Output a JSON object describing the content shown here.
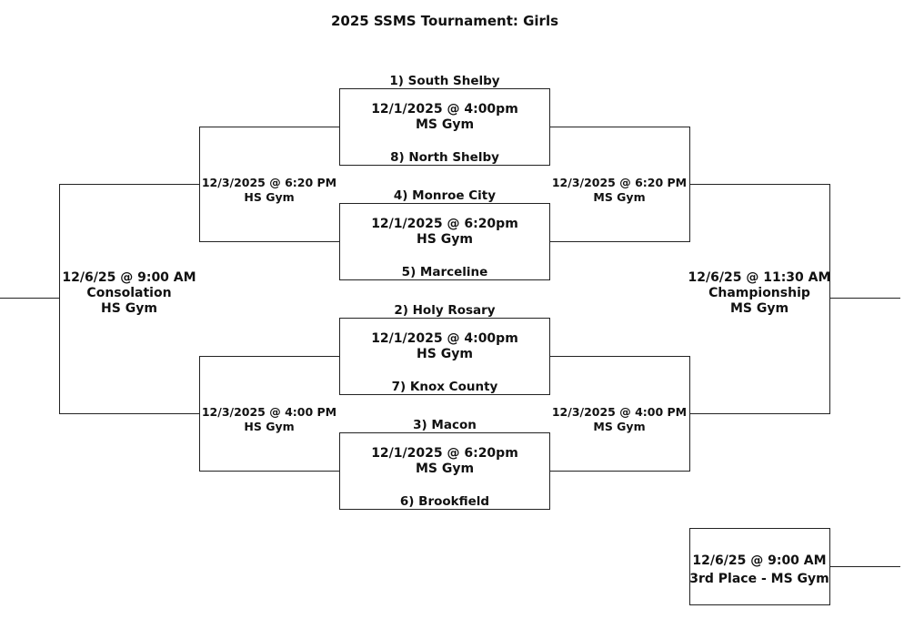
{
  "title": "2025 SSMS Tournament:  Girls",
  "first_round": [
    {
      "top_seed": "1) South Shelby",
      "date": "12/1/2025 @ 4:00pm",
      "venue": "MS Gym",
      "bottom_seed": "8) North Shelby"
    },
    {
      "top_seed": "4) Monroe City",
      "date": "12/1/2025 @ 6:20pm",
      "venue": "HS Gym",
      "bottom_seed": "5) Marceline"
    },
    {
      "top_seed": "2) Holy Rosary",
      "date": "12/1/2025 @ 4:00pm",
      "venue": "HS Gym",
      "bottom_seed": "7) Knox County"
    },
    {
      "top_seed": "3) Macon",
      "date": "12/1/2025 @ 6:20pm",
      "venue": "MS Gym",
      "bottom_seed": "6)  Brookfield"
    }
  ],
  "consolation_semis": [
    {
      "date": "12/3/2025 @ 6:20 PM",
      "venue": "HS Gym"
    },
    {
      "date": "12/3/2025 @ 4:00 PM",
      "venue": "HS Gym"
    }
  ],
  "championship_semis": [
    {
      "date": "12/3/2025 @ 6:20 PM",
      "venue": "MS Gym"
    },
    {
      "date": "12/3/2025 @ 4:00 PM",
      "venue": "MS Gym"
    }
  ],
  "consolation_final": {
    "date": "12/6/25 @ 9:00 AM",
    "label": "Consolation",
    "venue": "HS Gym"
  },
  "championship_final": {
    "date": "12/6/25 @ 11:30 AM",
    "label": "Championship",
    "venue": "MS Gym"
  },
  "third_place": {
    "date": "12/6/25 @ 9:00 AM",
    "label": "3rd Place - MS Gym"
  }
}
